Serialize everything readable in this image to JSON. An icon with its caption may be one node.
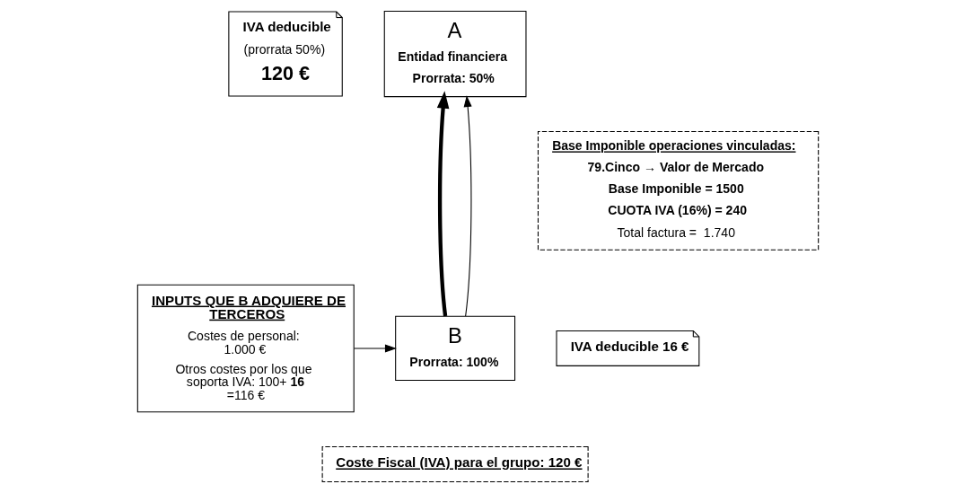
{
  "diagram": {
    "nodes": [
      {
        "text": [
          "A",
          "Entidad financiera",
          "Prorrata: 50%"
        ]
      },
      {
        "text": [
          "IVA deducible",
          "(prorrata 50%)",
          "120 €"
        ]
      },
      {
        "text": [
          "Base Imponible operaciones vinculadas:",
          "79.Cinco → Valor de Mercado",
          "Base Imponible = 1500",
          "CUOTA IVA (16%) = 240",
          "Total factura =  1.740"
        ]
      },
      {
        "text": [
          "INPUTS QUE B ADQUIERE DE TERCEROS",
          "Costes de personal: 1.000 €",
          "Otros costes por los que soporta IVA: 100+**16** =116 €"
        ]
      },
      {
        "text": [
          "B",
          "Prorrata: 100%"
        ]
      },
      {
        "text": [
          "IVA deducible 16 €"
        ]
      },
      {
        "text": [
          "Coste Fiscal (IVA) para el grupo: 120 €"
        ]
      }
    ],
    "edges": [
      {
        "from": 4,
        "to": 0,
        "arrow": "to",
        "style": "thick"
      },
      {
        "from": 4,
        "to": 0,
        "arrow": "to"
      },
      {
        "from": 3,
        "to": 4,
        "arrow": "to"
      }
    ]
  }
}
